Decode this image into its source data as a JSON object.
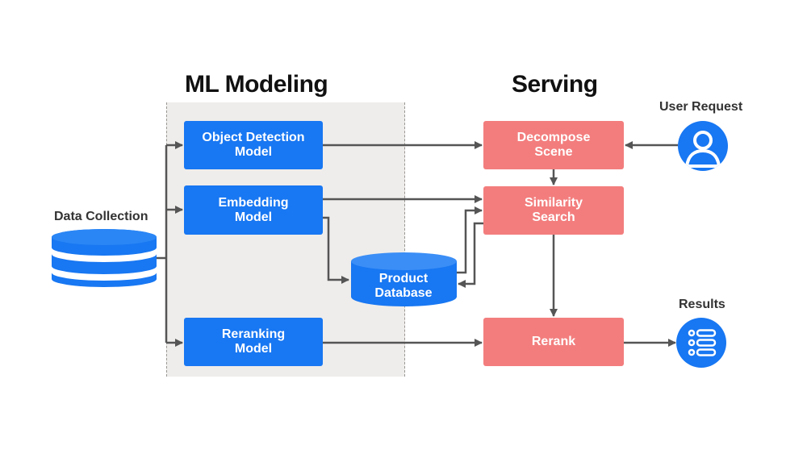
{
  "sections": {
    "ml_modeling": "ML Modeling",
    "serving": "Serving"
  },
  "labels": {
    "data_collection": "Data Collection",
    "user_request": "User Request",
    "results": "Results"
  },
  "ml_models": {
    "object_detection": "Object Detection\nModel",
    "embedding": "Embedding\nModel",
    "reranking": "Reranking\nModel"
  },
  "serving_steps": {
    "decompose": "Decompose\nScene",
    "similarity": "Similarity\nSearch",
    "rerank": "Rerank"
  },
  "database": {
    "label": "Product\nDatabase"
  },
  "colors": {
    "model_blue": "#1877f2",
    "serving_red": "#f37d7d",
    "arrow": "#555555",
    "panel_bg": "#efedeb"
  },
  "icons": {
    "data_collection": "database-icon",
    "user_request": "user-icon",
    "results": "list-icon"
  }
}
